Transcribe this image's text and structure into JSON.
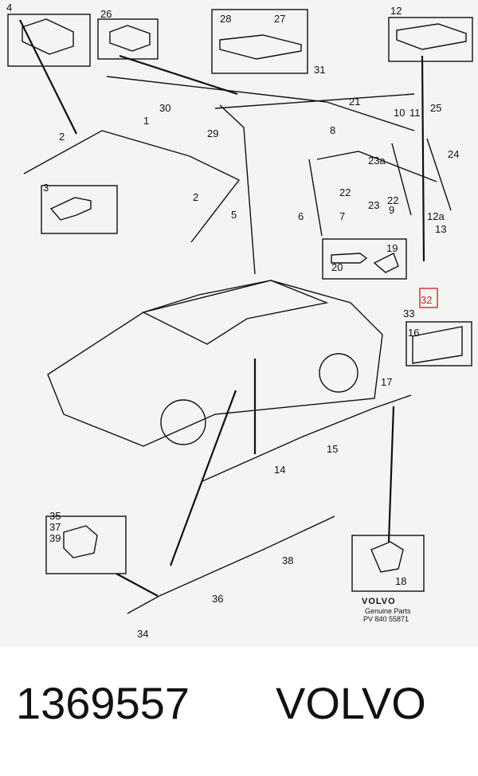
{
  "diagram": {
    "callouts": [
      "1",
      "2",
      "2",
      "3",
      "4",
      "5",
      "6",
      "7",
      "8",
      "9",
      "10",
      "11",
      "12",
      "13",
      "14",
      "15",
      "16",
      "17",
      "18",
      "19",
      "20",
      "21",
      "22",
      "22",
      "23",
      "23a",
      "24",
      "25",
      "26",
      "27",
      "28",
      "29",
      "30",
      "31",
      "32",
      "33",
      "34",
      "35",
      "36",
      "37",
      "38",
      "39",
      "12a"
    ],
    "highlighted_callout": "32",
    "brand": "VOLVO",
    "brand_line2": "Genuine Parts",
    "catalog_ref": "PV 840 55871",
    "highlight_color": "#d94040"
  },
  "caption": {
    "part_number": "1369557",
    "brand": "VOLVO"
  }
}
